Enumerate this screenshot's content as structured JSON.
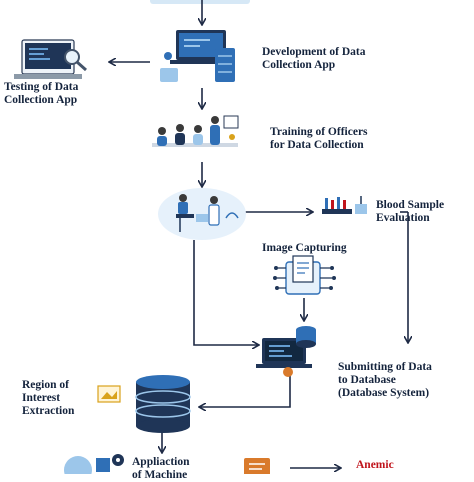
{
  "labels": {
    "development": [
      "Development of Data",
      "Collection App"
    ],
    "testing": [
      "Testing of Data",
      "Collection App"
    ],
    "training": [
      "Training of Officers",
      "for Data Collection"
    ],
    "blood": [
      "Blood Sample",
      "Evaluation"
    ],
    "image_capturing": "Image Capturing",
    "submitting": [
      "Submitting of Data",
      "to Database",
      "(Database System)"
    ],
    "roi": [
      "Region of",
      "Interest",
      "Extraction"
    ],
    "application": [
      "Appliaction",
      "of Machine"
    ],
    "anemic": "Anemic"
  },
  "icons": {
    "development": "laptop-server-icon",
    "testing": "monitor-magnifier-icon",
    "training": "group-meeting-icon",
    "data_collection": "patient-consultation-icon",
    "blood": "lab-test-tubes-icon",
    "image_capturing": "document-scan-icon",
    "database_system": "laptop-database-icon",
    "roi_database": "database-cylinder-icon",
    "machine_learning": "gear-network-icon",
    "report": "report-document-icon"
  },
  "colors": {
    "arrow": "#1e2a45",
    "label": "#14233c",
    "anemic": "#c0141c",
    "icon_blue": "#2f6fb6",
    "icon_dark": "#1f3557",
    "icon_light": "#9cc6ea"
  }
}
